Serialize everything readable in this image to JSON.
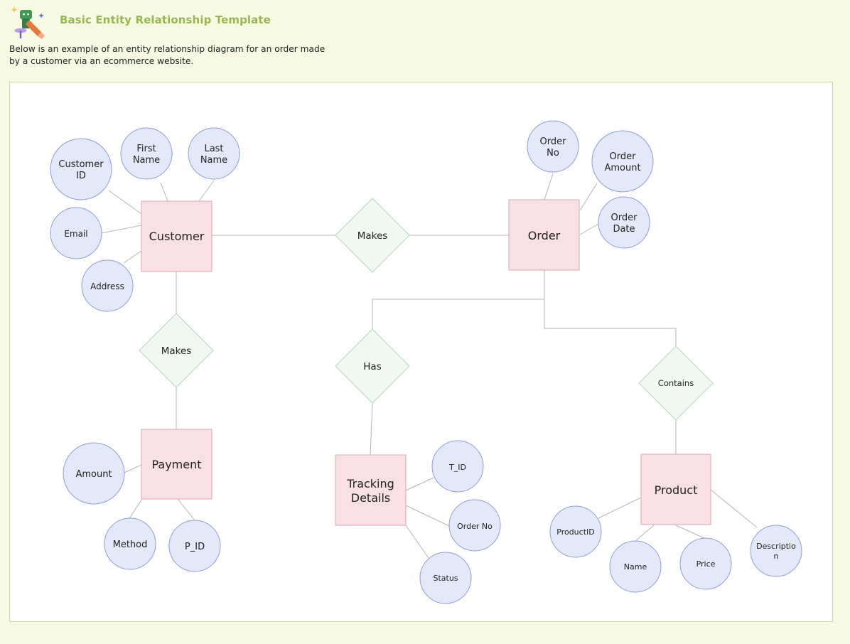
{
  "header": {
    "title": "Basic Entity Relationship Template",
    "description": "Below is an example of an entity relationship diagram for an order made by a customer via an ecommerce website."
  },
  "colors": {
    "background": "#f6fae3",
    "entity_fill": "#f8e0e5",
    "entity_stroke": "#d9a7b3",
    "attribute_fill": "#e3e9f8",
    "attribute_stroke": "#8c9ce0",
    "relationship_fill": "#f0f8f1",
    "relationship_stroke": "#b3d9bd",
    "title": "#97b84f",
    "connector": "#b5b5b5"
  },
  "diagram": {
    "entities": {
      "customer": "Customer",
      "order": "Order",
      "payment": "Payment",
      "tracking": [
        "Tracking",
        "Details"
      ],
      "product": "Product"
    },
    "relationships": {
      "customer_order": "Makes",
      "customer_payment": "Makes",
      "order_tracking": "Has",
      "order_product": "Contains"
    },
    "attributes": {
      "customer_id": [
        "Customer",
        "ID"
      ],
      "first_name": [
        "First",
        "Name"
      ],
      "last_name": [
        "Last",
        "Name"
      ],
      "email": [
        "Email"
      ],
      "address": [
        "Address"
      ],
      "order_no": [
        "Order",
        "No"
      ],
      "order_amount": [
        "Order",
        "Amount"
      ],
      "order_date": [
        "Order",
        "Date"
      ],
      "amount": [
        "Amount"
      ],
      "method": [
        "Method"
      ],
      "p_id": [
        "P_ID"
      ],
      "t_id": [
        "T_ID"
      ],
      "tracking_order_no": [
        "Order No"
      ],
      "status": [
        "Status"
      ],
      "product_id": [
        "ProductID"
      ],
      "name": [
        "Name"
      ],
      "price": [
        "Price"
      ],
      "description": [
        "Descriptio",
        "n"
      ]
    }
  }
}
